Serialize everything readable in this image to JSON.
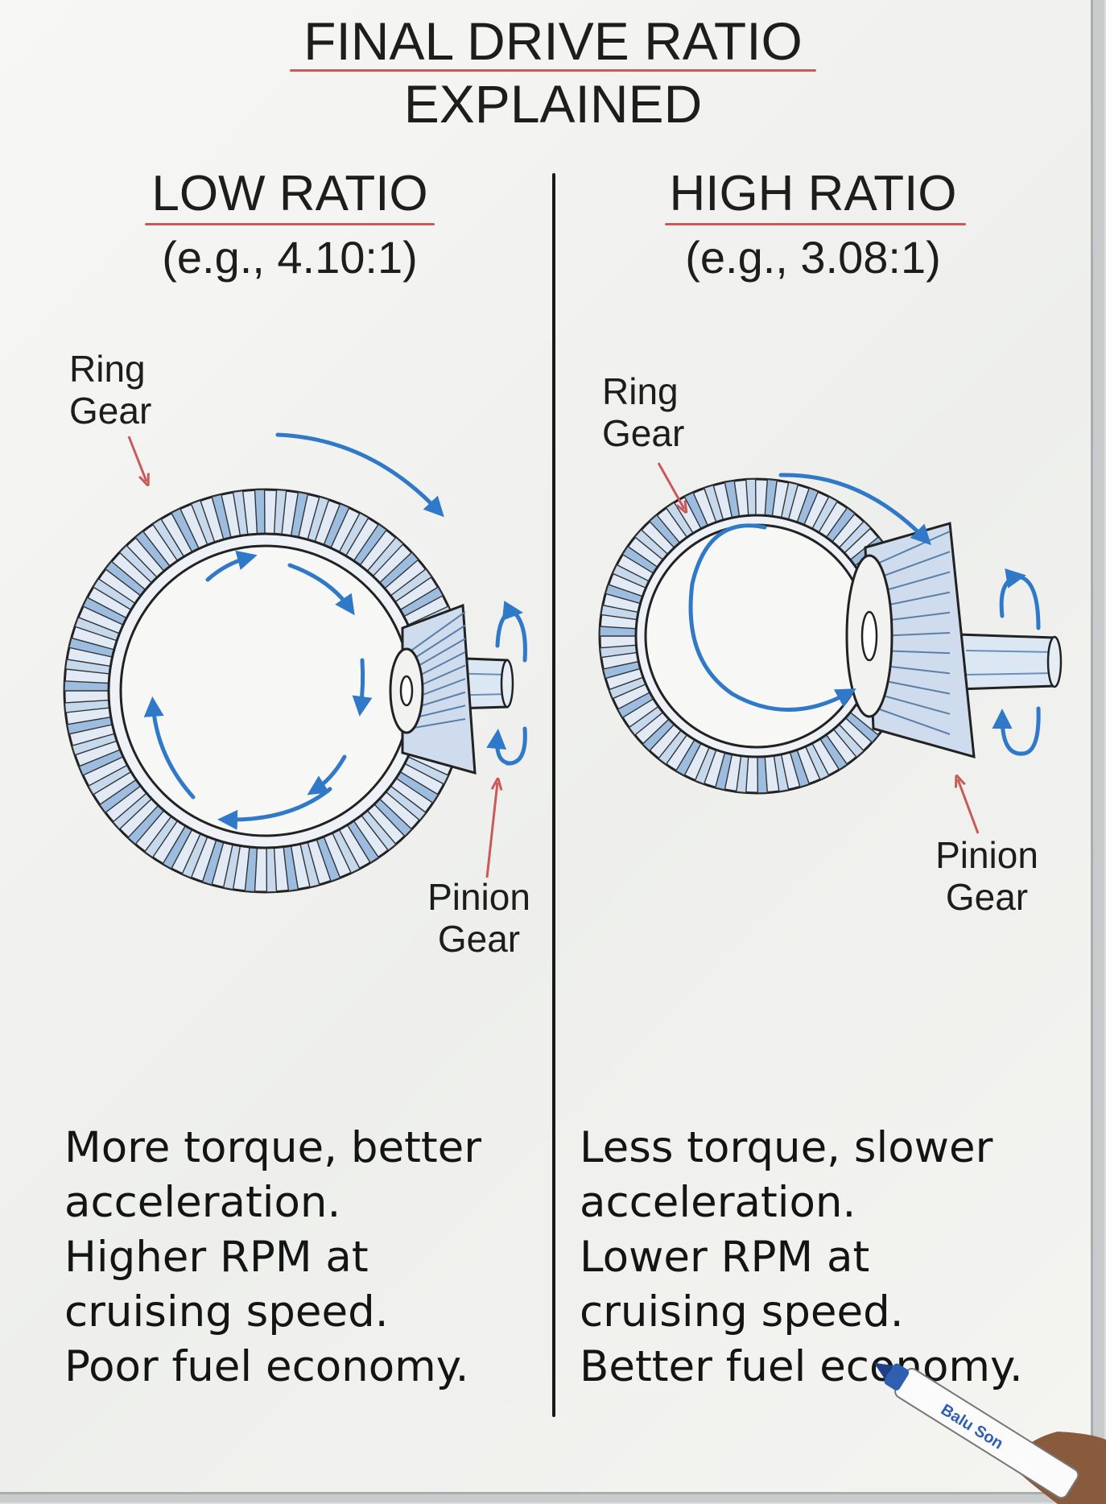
{
  "title": {
    "line1": "FINAL DRIVE RATIO",
    "line2": "EXPLAINED"
  },
  "colors": {
    "arrow_blue": "#2f79c8",
    "pointer_red": "#c85a5a",
    "underline_red": "#c85a5a",
    "ink": "#1d1d1d"
  },
  "left": {
    "heading": "LOW RATIO",
    "example": "(e.g., 4.10:1)",
    "ring_label": [
      "Ring",
      "Gear"
    ],
    "pinion_label": [
      "Pinion",
      "Gear"
    ],
    "notes": [
      "More torque, better",
      "acceleration.",
      "Higher RPM at",
      "cruising speed.",
      "Poor fuel economy."
    ]
  },
  "right": {
    "heading": "HIGH RATIO",
    "example": "(e.g., 3.08:1)",
    "ring_label": [
      "Ring",
      "Gear"
    ],
    "pinion_label": [
      "Pinion",
      "Gear"
    ],
    "notes": [
      "Less torque, slower",
      "acceleration.",
      "Lower RPM at",
      "cruising speed.",
      "Better fuel economy."
    ]
  },
  "marker": {
    "brand": "Balu Son"
  }
}
